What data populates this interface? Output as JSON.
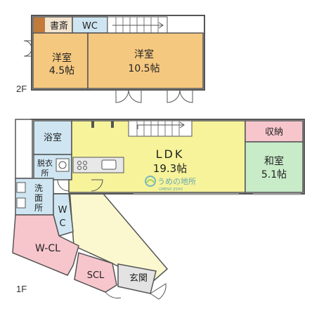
{
  "floors": {
    "second": {
      "label": "2F",
      "rooms": {
        "study": "書斎",
        "wc": "WC",
        "western_small": [
          "洋室",
          "4.5帖"
        ],
        "western_large": [
          "洋室",
          "10.5帖"
        ]
      }
    },
    "first": {
      "label": "1F",
      "rooms": {
        "bath": "浴室",
        "dressing": [
          "脱衣",
          "所"
        ],
        "washroom": [
          "洗",
          "面",
          "所"
        ],
        "wc": [
          "W",
          "C"
        ],
        "ldk": [
          "LDK",
          "19.3帖"
        ],
        "storage": "収納",
        "japanese": [
          "和室",
          "5.1帖"
        ],
        "walk_in_closet": "W-CL",
        "shoe_closet": "SCL",
        "entrance": "玄関"
      }
    }
  },
  "watermark": {
    "name": "うめの地所",
    "roman": "UMENO JISHO"
  },
  "colors": {
    "western_room": "#f5c880",
    "ldk": "#f6f39a",
    "water_area": "#cfe6f2",
    "closet": "#f7c6cc",
    "japanese_room": "#c8ebc8",
    "corridor": "#fbf7cf",
    "study": "#c07a3a",
    "wall": "#555555"
  }
}
